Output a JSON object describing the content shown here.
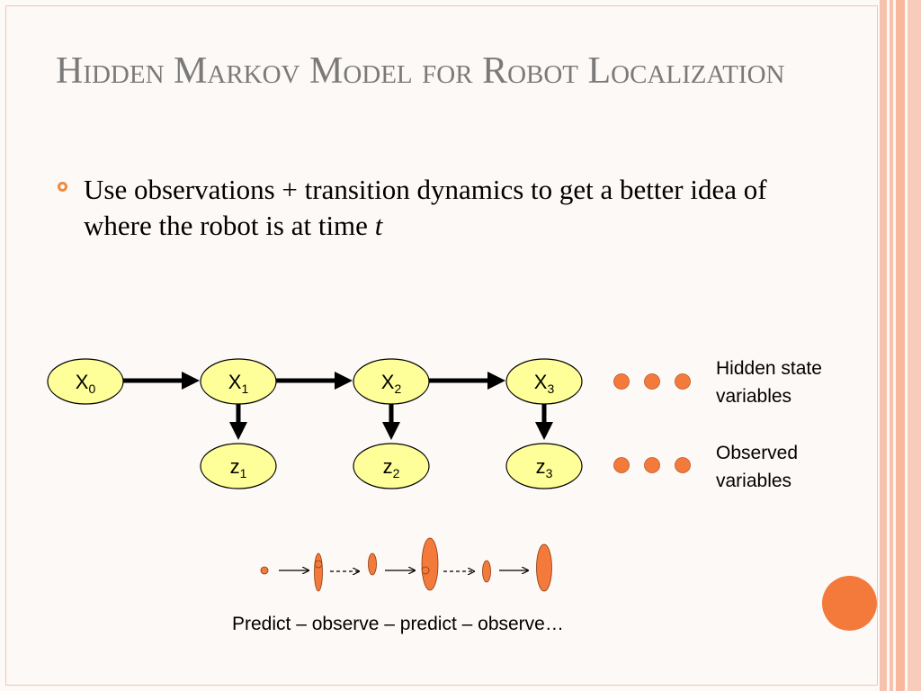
{
  "slide": {
    "title": "Hidden Markov Model for Robot Localization",
    "bullet": {
      "text": "Use observations + transition dynamics to get a better idea of where the robot is at time ",
      "emphasis": "t"
    }
  },
  "diagram": {
    "hidden_nodes": [
      {
        "letter": "X",
        "sub": "0"
      },
      {
        "letter": "X",
        "sub": "1"
      },
      {
        "letter": "X",
        "sub": "2"
      },
      {
        "letter": "X",
        "sub": "3"
      }
    ],
    "observed_nodes": [
      {
        "letter": "z",
        "sub": "1"
      },
      {
        "letter": "z",
        "sub": "2"
      },
      {
        "letter": "z",
        "sub": "3"
      }
    ],
    "hidden_label": "Hidden state\nvariables",
    "observed_label": "Observed\nvariables",
    "caption": "Predict – observe – predict – observe…"
  },
  "colors": {
    "node_fill": "#ffff99",
    "dot_fill": "#f47a3c",
    "title": "#7a7a7a",
    "accent": "#f08a3c"
  }
}
